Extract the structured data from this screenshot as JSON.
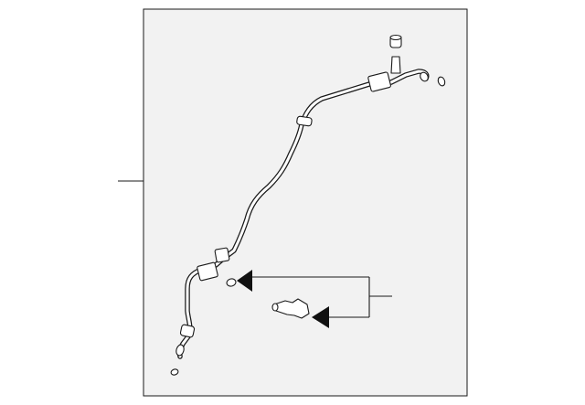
{
  "diagram": {
    "type": "exploded-parts-diagram",
    "callout_labels": [],
    "colors": {
      "background": "#ffffff",
      "frame_fill": "#f2f2f2",
      "ink": "#1a1a1a"
    },
    "parts": [
      {
        "name": "ac-hose-assembly",
        "visible_label": ""
      },
      {
        "name": "o-ring",
        "visible_label": ""
      },
      {
        "name": "service-valve",
        "visible_label": ""
      }
    ]
  }
}
